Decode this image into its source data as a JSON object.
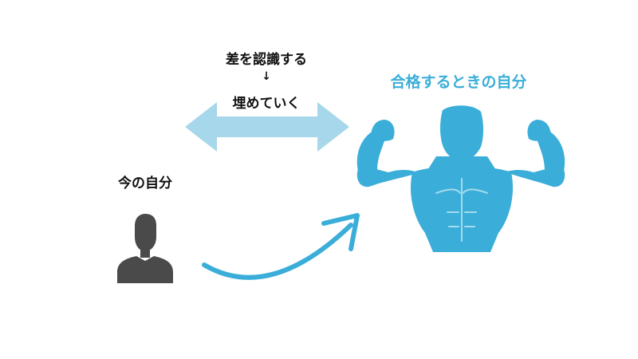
{
  "labels": {
    "recognize_gap": "差を認識する",
    "down_arrow": "↓",
    "fill_gap": "埋めていく",
    "goal_self": "合格するときの自分",
    "current_self": "今の自分"
  },
  "colors": {
    "text": "#111111",
    "accent": "#3aaed8",
    "light_arrow": "#a7d7ea",
    "person": "#4a4a4a",
    "muscle_body": "#3aaed8"
  },
  "icons": {
    "current_person": "person-silhouette-icon",
    "goal_person": "muscular-man-icon",
    "gap_arrow": "double-headed-arrow-icon",
    "progress_arrow": "curved-arrow-icon"
  }
}
